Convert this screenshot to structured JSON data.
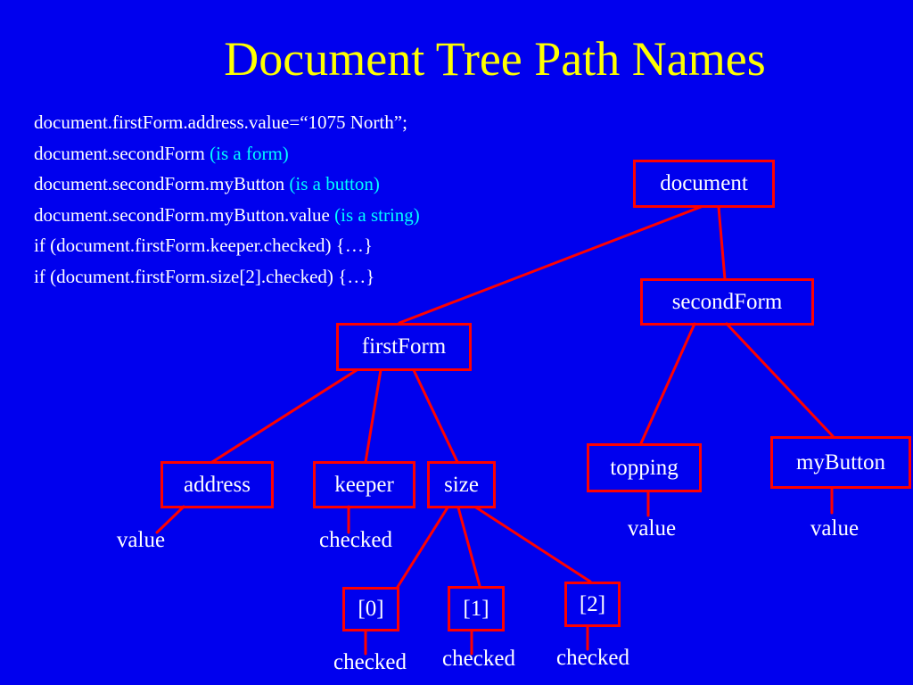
{
  "slide": {
    "title": "Document Tree Path Names",
    "code_lines": [
      {
        "text": "document.firstForm.address.value=“1075 North”;",
        "note": ""
      },
      {
        "text": "document.secondForm ",
        "note": "(is a form)"
      },
      {
        "text": "document.secondForm.myButton ",
        "note": "(is a button)"
      },
      {
        "text": "document.secondForm.myButton.value ",
        "note": "(is a string)"
      },
      {
        "text": "if (document.firstForm.keeper.checked) {…}",
        "note": ""
      },
      {
        "text": "if (document.firstForm.size[2].checked) {…}",
        "note": ""
      }
    ]
  },
  "tree": {
    "nodes": {
      "document": "document",
      "secondForm": "secondForm",
      "firstForm": "firstForm",
      "topping": "topping",
      "myButton": "myButton",
      "address": "address",
      "keeper": "keeper",
      "size": "size",
      "size0": "[0]",
      "size1": "[1]",
      "size2": "[2]"
    },
    "leaves": {
      "address_value": "value",
      "keeper_checked": "checked",
      "topping_value": "value",
      "mybutton_value": "value",
      "size0_checked": "checked",
      "size1_checked": "checked",
      "size2_checked": "checked"
    }
  },
  "colors": {
    "background": "#0000ee",
    "title": "#ffff00",
    "text": "#ffffff",
    "note": "#00ffff",
    "edge": "#ff0000"
  }
}
